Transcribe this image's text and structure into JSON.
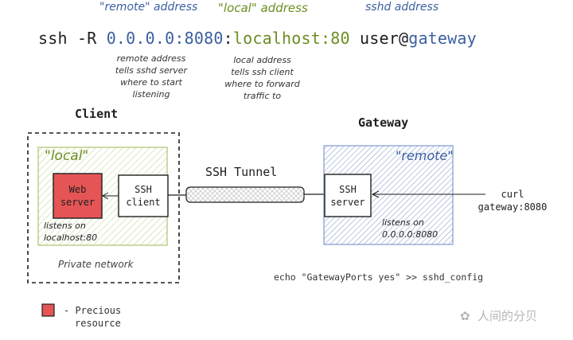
{
  "labels": {
    "remote_address": "\"remote\" address",
    "local_address": "\"local\" address",
    "sshd_address": "sshd address"
  },
  "command": {
    "prefix": "ssh -R ",
    "remote_part": "0.0.0.0:8080",
    "sep": ":",
    "local_part": "localhost:80",
    "user": " user@",
    "host": "gateway"
  },
  "notes": {
    "remote": [
      "remote address",
      "tells sshd server",
      "where to start",
      "listening"
    ],
    "local": [
      "local address",
      "tells ssh client",
      "where to forward",
      "traffic to"
    ]
  },
  "client": {
    "title": "Client",
    "zone_label": "\"local\"",
    "web_server": [
      "Web",
      "server"
    ],
    "ssh_client": [
      "SSH",
      "client"
    ],
    "listens": [
      "listens on",
      "localhost:80"
    ],
    "network_label": "Private network"
  },
  "tunnel": {
    "label": "SSH Tunnel"
  },
  "gateway": {
    "title": "Gateway",
    "zone_label": "\"remote\"",
    "ssh_server": [
      "SSH",
      "server"
    ],
    "listens": [
      "listens on",
      "0.0.0.0:8080"
    ]
  },
  "curl": [
    "curl",
    "gateway:8080"
  ],
  "config_cmd": "echo \"GatewayPorts yes\" >> sshd_config",
  "legend": {
    "text": [
      "- Precious",
      "resource"
    ]
  },
  "watermark": "人间的分贝",
  "colors": {
    "remote": "#3b5fa0",
    "local": "#6b8e23",
    "precious": "#e55555",
    "local_zone": "#b2cc7a",
    "remote_zone": "#8fa8d8"
  }
}
